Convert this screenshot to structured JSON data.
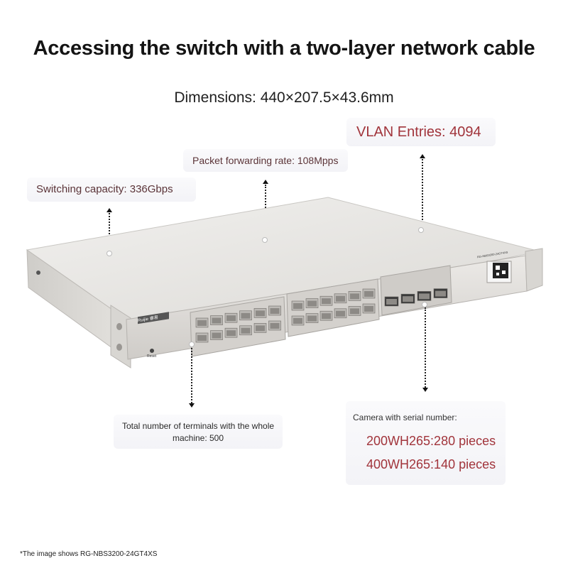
{
  "title": "Accessing the switch with a two-layer network cable",
  "dimensions": "Dimensions: 440×207.5×43.6mm",
  "callouts": {
    "vlan": "VLAN Entries: 4094",
    "packet_rate": "Packet forwarding rate: 108Mpps",
    "switching": "Switching capacity: 336Gbps",
    "terminals": "Total number of terminals with the whole machine: 500",
    "camera_heading": "Camera with serial number:",
    "camera_200": "200WH265:280 pieces",
    "camera_400": "400WH265:140 pieces"
  },
  "device": {
    "brand": "Ruijie",
    "sub_brand": "睿易",
    "reset_label": "Reset",
    "model_label": "RG-NBS3200-24GT4XS"
  },
  "footnote": "*The image shows RG-NBS3200-24GT4XS",
  "colors": {
    "accent_red": "#a1343b",
    "chassis": "#e6e4e1"
  }
}
